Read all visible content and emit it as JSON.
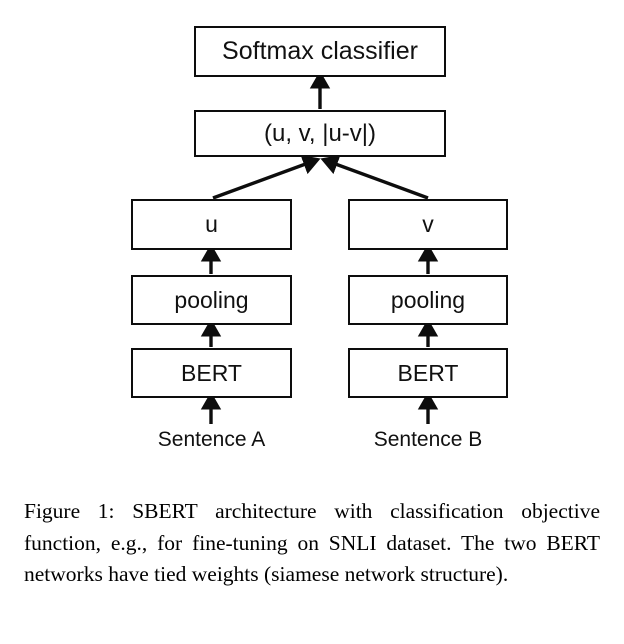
{
  "figure": {
    "background_color": "#ffffff",
    "stroke_color": "#0d0d0d",
    "nodes": {
      "softmax": "Softmax classifier",
      "concat": "(u, v, |u-v|)",
      "u": "u",
      "v": "v",
      "pooling_a": "pooling",
      "pooling_b": "pooling",
      "bert_a": "BERT",
      "bert_b": "BERT"
    },
    "inputs": {
      "sentence_a": "Sentence A",
      "sentence_b": "Sentence B"
    },
    "arrows": [
      {
        "name": "bert-a-to-pooling-a",
        "kind": "vertical-up"
      },
      {
        "name": "bert-b-to-pooling-b",
        "kind": "vertical-up"
      },
      {
        "name": "pooling-a-to-u",
        "kind": "vertical-up"
      },
      {
        "name": "pooling-b-to-v",
        "kind": "vertical-up"
      },
      {
        "name": "u-to-concat",
        "kind": "diagonal-up-right"
      },
      {
        "name": "v-to-concat",
        "kind": "diagonal-up-left"
      },
      {
        "name": "concat-to-softmax",
        "kind": "vertical-up"
      },
      {
        "name": "sentence-a-to-bert-a",
        "kind": "vertical-up"
      },
      {
        "name": "sentence-b-to-bert-b",
        "kind": "vertical-up"
      }
    ]
  },
  "caption": {
    "text": "Figure 1: SBERT architecture with classification objective function, e.g., for fine-tuning on SNLI dataset. The two BERT networks have tied weights (siamese network structure)."
  }
}
